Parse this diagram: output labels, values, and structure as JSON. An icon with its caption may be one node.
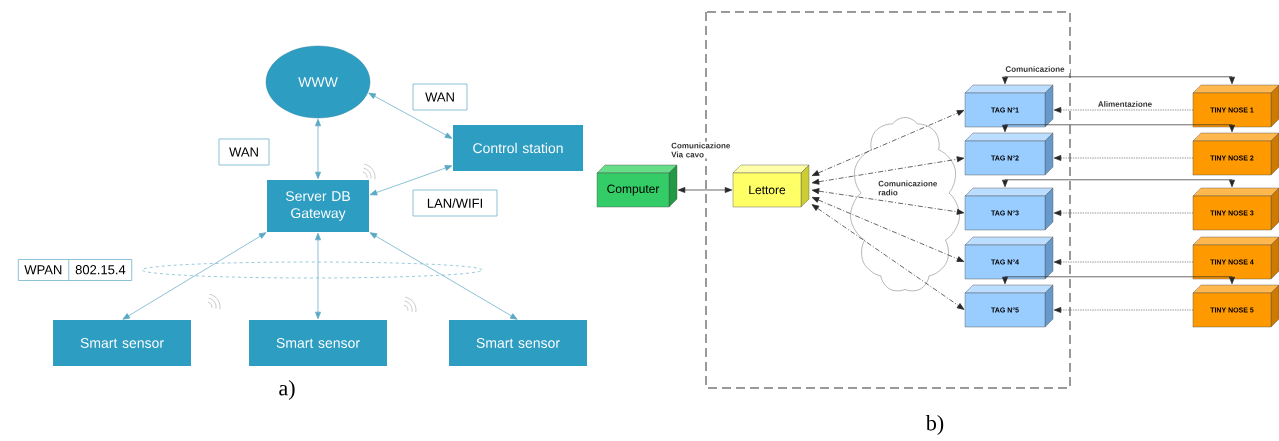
{
  "diagram": {
    "nodes": [
      {
        "text": [
          "WWW"
        ]
      },
      {
        "text": [
          "WAN"
        ]
      },
      {
        "text": [
          "WAN"
        ]
      },
      {
        "text": [
          "Control station"
        ]
      },
      {
        "text": [
          "Server DB Gateway"
        ]
      },
      {
        "text": [
          "LAN/WIFI"
        ]
      },
      {
        "text": [
          "WPAN",
          "802.15.4"
        ]
      },
      {
        "text": [
          "Smart sensor"
        ]
      },
      {
        "text": [
          "Smart sensor"
        ]
      },
      {
        "text": [
          "Smart sensor"
        ]
      },
      {
        "text": [
          "Computer"
        ]
      },
      {
        "text": [
          "Lettore"
        ]
      },
      {
        "text": [
          "TAG N°1"
        ]
      },
      {
        "text": [
          "TAG N°2"
        ]
      },
      {
        "text": [
          "TAG N°3"
        ]
      },
      {
        "text": [
          "TAG N°4"
        ]
      },
      {
        "text": [
          "TAG N°5"
        ]
      },
      {
        "text": [
          "TINY NOSE 1"
        ]
      },
      {
        "text": [
          "TINY NOSE 2"
        ]
      },
      {
        "text": [
          "TINY NOSE 3"
        ]
      },
      {
        "text": [
          "TINY NOSE 4"
        ]
      },
      {
        "text": [
          "TINY NOSE 5"
        ]
      }
    ],
    "edges": [
      {
        "from": 0,
        "to": 4,
        "arrow": "both",
        "color": "#5aa8c4"
      },
      {
        "from": 0,
        "to": 3,
        "arrow": "both",
        "color": "#5aa8c4"
      },
      {
        "from": 3,
        "to": 4,
        "arrow": "both",
        "color": "#5aa8c4"
      },
      {
        "from": 4,
        "to": 7,
        "arrow": "both",
        "color": "#5aa8c4"
      },
      {
        "from": 4,
        "to": 8,
        "arrow": "both",
        "color": "#5aa8c4"
      },
      {
        "from": 4,
        "to": 9,
        "arrow": "both",
        "color": "#5aa8c4"
      },
      {
        "from": 10,
        "to": 11,
        "arrow": "both",
        "label": "Comunicazione Via cavo"
      },
      {
        "from": 11,
        "to": 12,
        "arrow": "both",
        "style": "dashed"
      },
      {
        "from": 11,
        "to": 13,
        "arrow": "both",
        "style": "dashed"
      },
      {
        "from": 11,
        "to": 14,
        "arrow": "both",
        "style": "dashed"
      },
      {
        "from": 11,
        "to": 15,
        "arrow": "both",
        "style": "dashed"
      },
      {
        "from": 11,
        "to": 16,
        "arrow": "both",
        "style": "dashed"
      },
      {
        "from": 17,
        "to": 12,
        "arrow": "to",
        "style": "dashed",
        "label": "Alimentazione"
      },
      {
        "from": 18,
        "to": 13,
        "arrow": "to",
        "style": "dashed"
      },
      {
        "from": 19,
        "to": 14,
        "arrow": "to",
        "style": "dashed"
      },
      {
        "from": 20,
        "to": 15,
        "arrow": "to",
        "style": "dashed"
      },
      {
        "from": 21,
        "to": 16,
        "arrow": "to",
        "style": "dashed"
      },
      {
        "from": 12,
        "to": 17,
        "arrow": "both",
        "label": "Comunicazione"
      },
      {
        "from": 13,
        "to": 18,
        "arrow": "both"
      },
      {
        "from": 14,
        "to": 19,
        "arrow": "both"
      },
      {
        "from": 16,
        "to": 21,
        "arrow": "both"
      }
    ],
    "labels": [
      "a)",
      "Comunicazione radio",
      "b)"
    ]
  }
}
